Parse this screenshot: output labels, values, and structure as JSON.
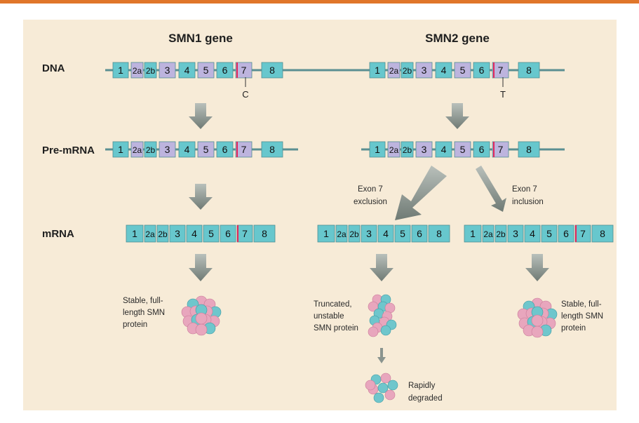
{
  "genes": {
    "smn1": "SMN1 gene",
    "smn2": "SMN2 gene"
  },
  "rows": {
    "dna": "DNA",
    "premrna": "Pre-mRNA",
    "mrna": "mRNA"
  },
  "exons": [
    "1",
    "2a",
    "2b",
    "3",
    "4",
    "5",
    "6",
    "7",
    "8"
  ],
  "exons_excluded": [
    "1",
    "2a",
    "2b",
    "3",
    "4",
    "5",
    "6",
    "8"
  ],
  "nucleotides": {
    "smn1": "C",
    "smn2": "T"
  },
  "splicing": {
    "exclusion": [
      "Exon 7",
      "exclusion"
    ],
    "inclusion": [
      "Exon 7",
      "inclusion"
    ]
  },
  "outcomes": {
    "smn1": [
      "Stable, full-",
      "length SMN",
      "protein"
    ],
    "truncated": [
      "Truncated,",
      "unstable",
      "SMN protein"
    ],
    "smn2_full": [
      "Stable, full-",
      "length SMN",
      "protein"
    ],
    "degraded": [
      "Rapidly",
      "degraded"
    ]
  },
  "colors": {
    "exon_teal": "#67c7cd",
    "exon_lavender": "#bdb4de",
    "mutation_line": "#e3265a",
    "backbone": "#5b8f92",
    "arrow": "#7f8a84",
    "panel": "#f7ebd7",
    "accent": "#e0762a"
  }
}
